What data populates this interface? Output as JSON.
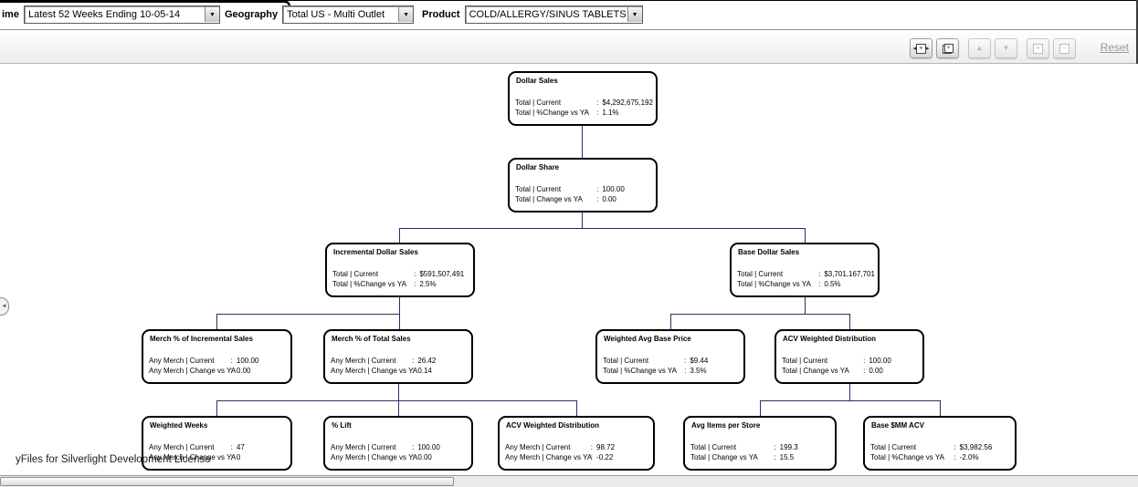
{
  "filter_bar": {
    "time_label": "ime",
    "time_value": "Latest 52 Weeks Ending 10-05-14",
    "geography_label": "Geography",
    "geography_value": "Total US - Multi Outlet",
    "product_label": "Product",
    "product_value": "COLD/ALLERGY/SINUS TABLETS",
    "dropdown_arrow": "▼"
  },
  "toolbar": {
    "reset_label": "Reset",
    "fit_left_arrow": "◂",
    "fit_right_arrow": "▸",
    "plus": "+",
    "minus": "−",
    "up_arrow": "▲",
    "down_arrow": "▼"
  },
  "watermark": "yFiles for Silverlight Development License",
  "colors": {
    "connector": "#2d2d6b",
    "node_border": "#000000",
    "reset_link": "#989898"
  },
  "left_handle_arrow": "◄",
  "tree": {
    "sep": ":",
    "nodes": [
      {
        "id": "dollar-sales",
        "title": "Dollar Sales",
        "rows": [
          {
            "label": "Total | Current",
            "value": "$4,292,675,192"
          },
          {
            "label": "Total | %Change vs YA",
            "value": "1.1%"
          }
        ]
      },
      {
        "id": "dollar-share",
        "title": "Dollar Share",
        "rows": [
          {
            "label": "Total | Current",
            "value": "100.00"
          },
          {
            "label": "Total | Change vs YA",
            "value": "0.00"
          }
        ]
      },
      {
        "id": "incremental-dollar-sales",
        "title": "Incremental Dollar Sales",
        "rows": [
          {
            "label": "Total | Current",
            "value": "$591,507,491"
          },
          {
            "label": "Total | %Change vs YA",
            "value": "2.5%"
          }
        ]
      },
      {
        "id": "base-dollar-sales",
        "title": "Base Dollar Sales",
        "rows": [
          {
            "label": "Total | Current",
            "value": "$3,701,167,701"
          },
          {
            "label": "Total | %Change vs YA",
            "value": "0.5%"
          }
        ]
      },
      {
        "id": "merch-pct-of-incremental-sales",
        "title": "Merch % of Incremental Sales",
        "rows": [
          {
            "label": "Any Merch | Current",
            "value": "100.00"
          },
          {
            "label": "Any Merch | Change vs YA",
            "value": "0.00"
          }
        ]
      },
      {
        "id": "merch-pct-of-total-sales",
        "title": "Merch % of Total Sales",
        "rows": [
          {
            "label": "Any Merch | Current",
            "value": "26.42"
          },
          {
            "label": "Any Merch | Change vs YA",
            "value": "0.14"
          }
        ]
      },
      {
        "id": "weighted-avg-base-price",
        "title": "Weighted Avg Base Price",
        "rows": [
          {
            "label": "Total | Current",
            "value": "$9.44"
          },
          {
            "label": "Total | %Change vs YA",
            "value": "3.5%"
          }
        ]
      },
      {
        "id": "acv-weighted-distribution",
        "title": "ACV Weighted Distribution",
        "rows": [
          {
            "label": "Total | Current",
            "value": "100.00"
          },
          {
            "label": "Total | Change vs YA",
            "value": "0.00"
          }
        ]
      },
      {
        "id": "weighted-weeks",
        "title": "Weighted Weeks",
        "rows": [
          {
            "label": "Any Merch | Current",
            "value": "47"
          },
          {
            "label": "Any Merch | Change vs YA",
            "value": "0"
          }
        ]
      },
      {
        "id": "pct-lift",
        "title": "% Lift",
        "rows": [
          {
            "label": "Any Merch | Current",
            "value": "100.00"
          },
          {
            "label": "Any Merch | Change vs YA",
            "value": "0.00"
          }
        ]
      },
      {
        "id": "acv-weighted-distribution-any-merch",
        "title": "ACV Weighted Distribution",
        "rows": [
          {
            "label": "Any Merch | Current",
            "value": "98.72"
          },
          {
            "label": "Any Merch | Change vs YA",
            "value": "-0.22"
          }
        ]
      },
      {
        "id": "avg-items-per-store",
        "title": "Avg Items per Store",
        "rows": [
          {
            "label": "Total | Current",
            "value": "199.3"
          },
          {
            "label": "Total | Change vs YA",
            "value": "15.5"
          }
        ]
      },
      {
        "id": "base-mm-acv",
        "title": "Base $MM ACV",
        "rows": [
          {
            "label": "Total | Current",
            "value": "$3,982.56"
          },
          {
            "label": "Total | %Change vs YA",
            "value": "-2.0%"
          }
        ]
      }
    ]
  }
}
